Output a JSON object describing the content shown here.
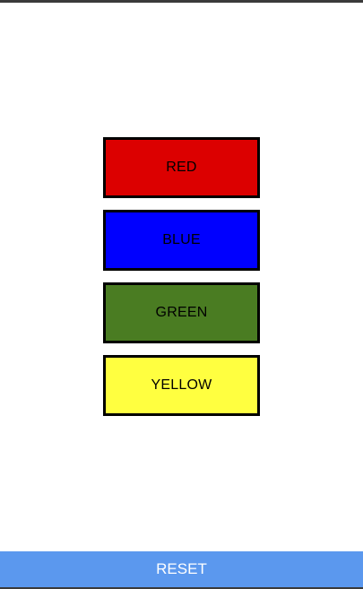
{
  "buttons": [
    {
      "label": "RED",
      "color": "#dc0000"
    },
    {
      "label": "BLUE",
      "color": "#0000ff"
    },
    {
      "label": "GREEN",
      "color": "#4a7c22"
    },
    {
      "label": "YELLOW",
      "color": "#ffff40"
    }
  ],
  "reset": {
    "label": "RESET",
    "color": "#5b98ee"
  }
}
